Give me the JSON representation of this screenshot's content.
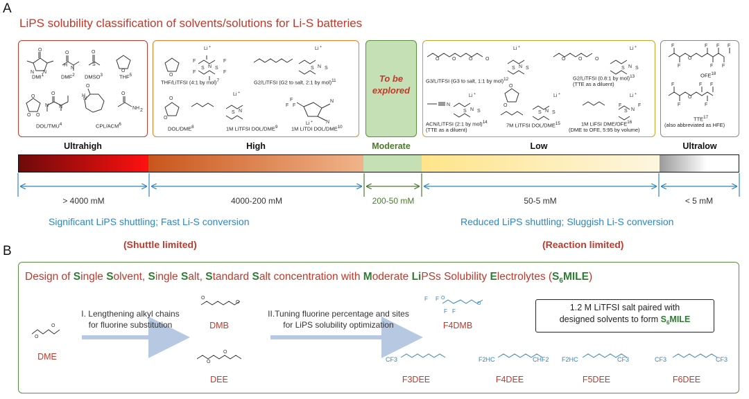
{
  "panelA": {
    "letter": "A",
    "title": "LiPS   solubility classification of solvents/solutions for Li-S batteries",
    "ultrahigh": {
      "label": "Ultrahigh",
      "range": "> 4000 mM",
      "items": [
        "DMI",
        "DMF",
        "DMSO",
        "THF",
        "DOL/TMU",
        "CPL/ACM"
      ],
      "sups": [
        "1",
        "2",
        "3",
        "5",
        "4",
        "6"
      ]
    },
    "high": {
      "label": "High",
      "range": "4000-200 mM",
      "items": [
        "THF/LiTFSI (4:1 by mol)",
        "G2/LiTFSI (G2 to salt, 2:1 by mol)",
        "DOL/DME",
        "1M LiTFSI DOL/DME",
        "1M LiTDI DOL/DME"
      ],
      "sups": [
        "7",
        "11",
        "8",
        "9",
        "10"
      ]
    },
    "moderate": {
      "label": "Moderate",
      "range": "200-50 mM",
      "center": "To be explored"
    },
    "low": {
      "label": "Low",
      "range": "50-5 mM",
      "items": [
        "G3/LiTFSI (G3 to salt, 1:1 by mol)",
        "G2/LiTFSI (0.8:1 by mol)",
        "(TTE as a diluent)",
        "ACN/LiTFSI (2:1 by mol)",
        "(TTE as a diluent)",
        "7M LiTFSI DOL/DME",
        "1M LiFSI DME/OFE",
        "(DME to OFE, 5:95 by volume)"
      ],
      "sups": [
        "12",
        "13",
        "14",
        "15",
        "16"
      ]
    },
    "ultralow": {
      "label": "Ultralow",
      "range": "< 5 mM",
      "items": [
        "OFE",
        "TTE",
        "(also abbreviated as HFE)"
      ],
      "sups": [
        "18",
        "17"
      ]
    },
    "note_left": "Significant LiPS shuttling; Fast Li-S conversion",
    "note_right": "Reduced LiPS shuttling; Sluggish Li-S conversion",
    "limit_left": "(Shuttle limited)",
    "limit_right": "(Reaction limited)"
  },
  "panelB": {
    "letter": "B",
    "title_parts": [
      {
        "t": "Design of ",
        "g": false
      },
      {
        "t": "S",
        "g": true
      },
      {
        "t": "ingle ",
        "g": false
      },
      {
        "t": "S",
        "g": true
      },
      {
        "t": "olvent, ",
        "g": false
      },
      {
        "t": "S",
        "g": true
      },
      {
        "t": "ingle ",
        "g": false
      },
      {
        "t": "S",
        "g": true
      },
      {
        "t": "alt, ",
        "g": false
      },
      {
        "t": "S",
        "g": true
      },
      {
        "t": "tandard ",
        "g": false
      },
      {
        "t": "S",
        "g": true
      },
      {
        "t": "alt concentration with ",
        "g": false
      },
      {
        "t": "M",
        "g": true
      },
      {
        "t": "oderate ",
        "g": false
      },
      {
        "t": "Li",
        "g": true
      },
      {
        "t": "PSs Sol",
        "g": false
      },
      {
        "t": "u",
        "g": false
      },
      {
        "t": "bility ",
        "g": false
      },
      {
        "t": "E",
        "g": true
      },
      {
        "t": "lectrolytes (",
        "g": false
      },
      {
        "t": "S",
        "g": true
      },
      {
        "t": "6",
        "g": true,
        "sub": true
      },
      {
        "t": "MILE",
        "g": true
      },
      {
        "t": ")",
        "g": false
      }
    ],
    "step1": [
      "I. Lengthening alkyl chains",
      "for fluorine substitution"
    ],
    "step2": [
      "II.Tuning fluorine percentage and sites",
      "for LiPS  solubility optimization"
    ],
    "solvents": [
      "DME",
      "DMB",
      "DEE",
      "F4DMB",
      "F3DEE",
      "F4DEE",
      "F5DEE",
      "F6DEE"
    ],
    "smile_line1": "1.2 M LiTFSI salt paired with",
    "smile_line2": "designed solvents to form ",
    "smile_S": "S",
    "smile_6": "6",
    "smile_rest": "MILE",
    "atom_labels": [
      "CF3",
      "F2HC",
      "CHF2",
      "F2HC",
      "CF3",
      "CF3",
      "CF3",
      "F",
      "F",
      "F",
      "F"
    ]
  },
  "colors": {
    "red": "#c0392b",
    "orange": "#e67e22",
    "green": "#5b8e3e",
    "gold": "#c9a227",
    "gray": "#888888",
    "blue": "#2e86c1"
  }
}
